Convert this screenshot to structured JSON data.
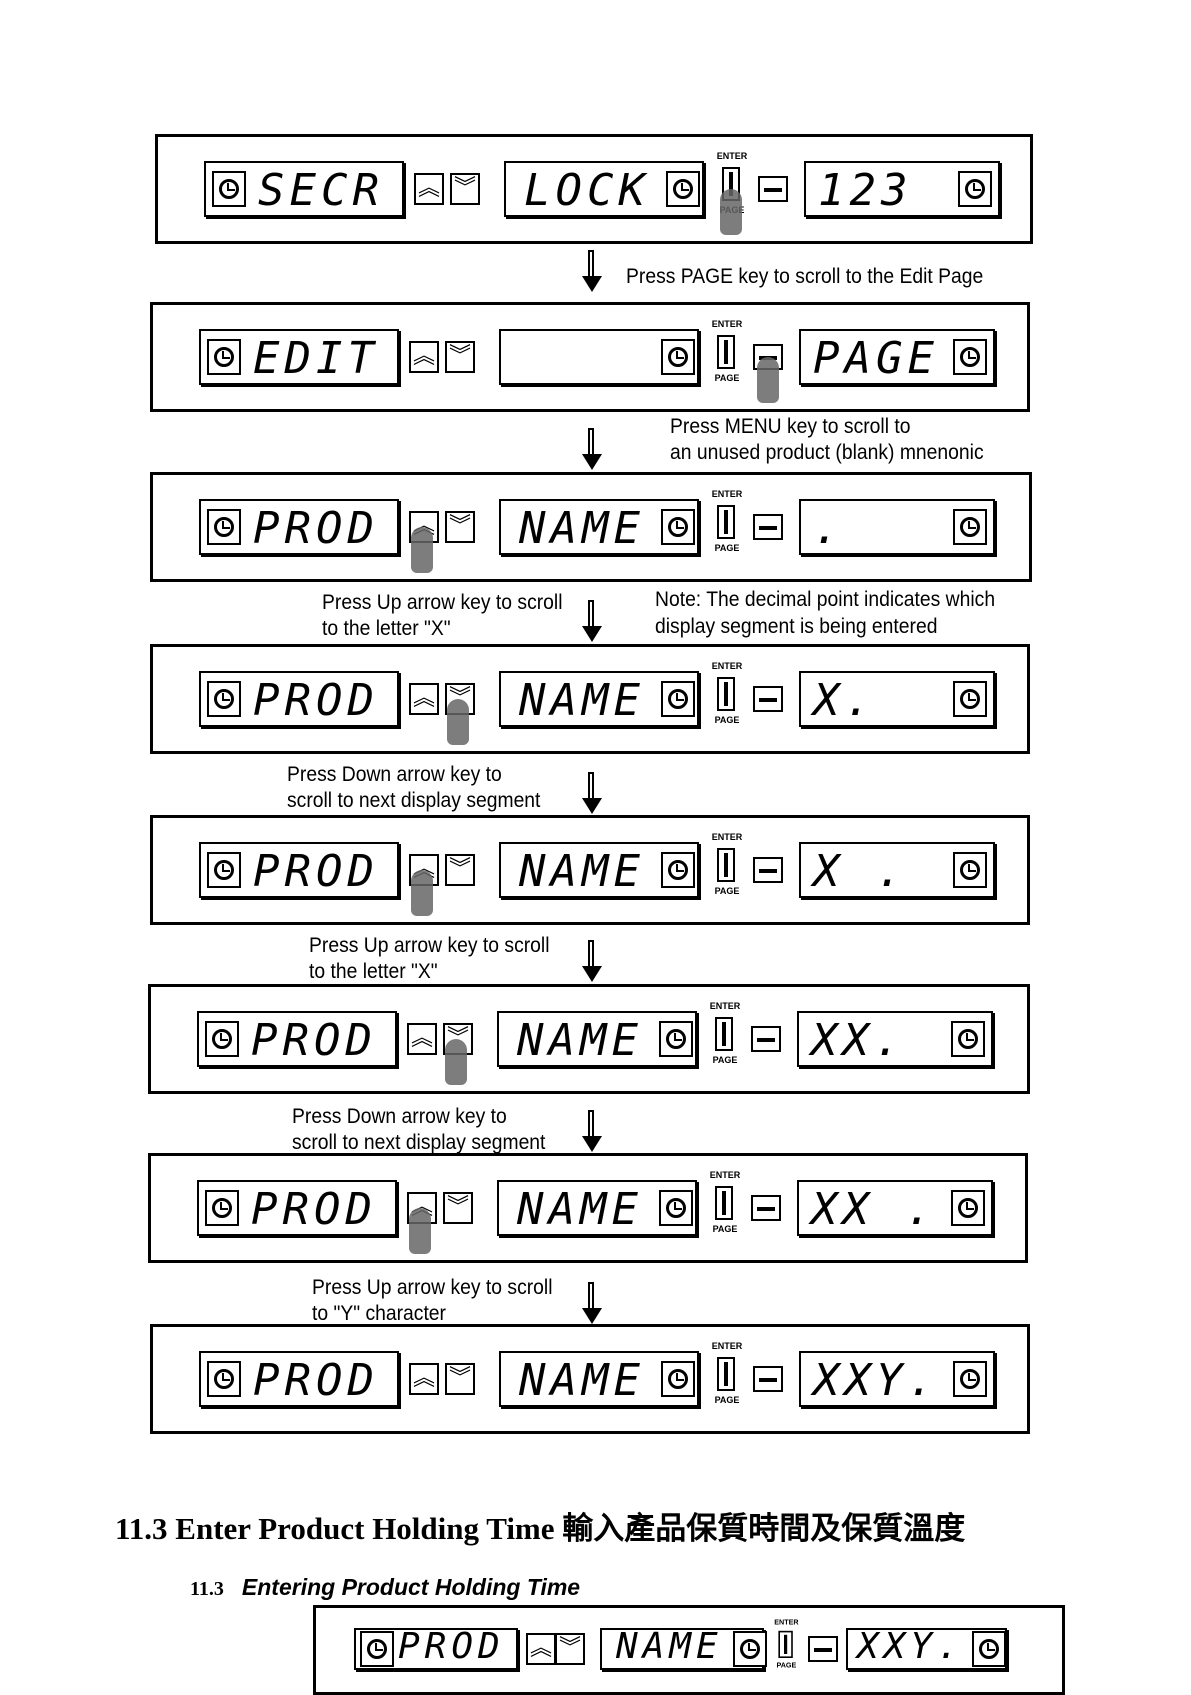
{
  "keys": {
    "enter_label": "ENTER",
    "page_label": "PAGE"
  },
  "screens": [
    {
      "left": "SECR",
      "middle": "LOCK",
      "right": "123"
    },
    {
      "left": "EDIT",
      "middle": "",
      "right": "PAGE"
    },
    {
      "left": "PROD",
      "middle": "NAME",
      "right": "."
    },
    {
      "left": "PROD",
      "middle": "NAME",
      "right": "X."
    },
    {
      "left": "PROD",
      "middle": "NAME",
      "right": "X ."
    },
    {
      "left": "PROD",
      "middle": "NAME",
      "right": "XX."
    },
    {
      "left": "PROD",
      "middle": "NAME",
      "right": "XX ."
    },
    {
      "left": "PROD",
      "middle": "NAME",
      "right": "XXY."
    },
    {
      "left": "PROD",
      "middle": "NAME",
      "right": "XXY."
    }
  ],
  "notes": {
    "n1": "Press PAGE key to scroll to the Edit Page",
    "n2a": "Press MENU key to scroll to",
    "n2b": "an unused product (blank) mnenonic",
    "n3a": "Press Up arrow key to scroll",
    "n3b": "to the letter \"X\"",
    "n3c": "Note: The decimal point indicates which",
    "n3d": "display segment is being entered",
    "n4a": "Press Down arrow key to",
    "n4b": "scroll to next display segment",
    "n5a": "Press Up arrow key to scroll",
    "n5b": "to the letter \"X\"",
    "n6a": "Press Down arrow key to",
    "n6b": "scroll to next display segment",
    "n7a": "Press Up arrow key to scroll",
    "n7b": "to \"Y\" character"
  },
  "section": {
    "heading": "11.3 Enter Product Holding Time  輸入產品保質時間及保質溫度",
    "sub_number": "11.3",
    "sub_title": "Entering Product Holding Time"
  },
  "icons": {
    "clock": "clock-icon",
    "up": "up-arrow-key-icon",
    "down": "down-arrow-key-icon",
    "thermo": "thermometer-enter-page-icon",
    "menu": "menu-key-icon",
    "finger": "pressing-finger-icon"
  }
}
